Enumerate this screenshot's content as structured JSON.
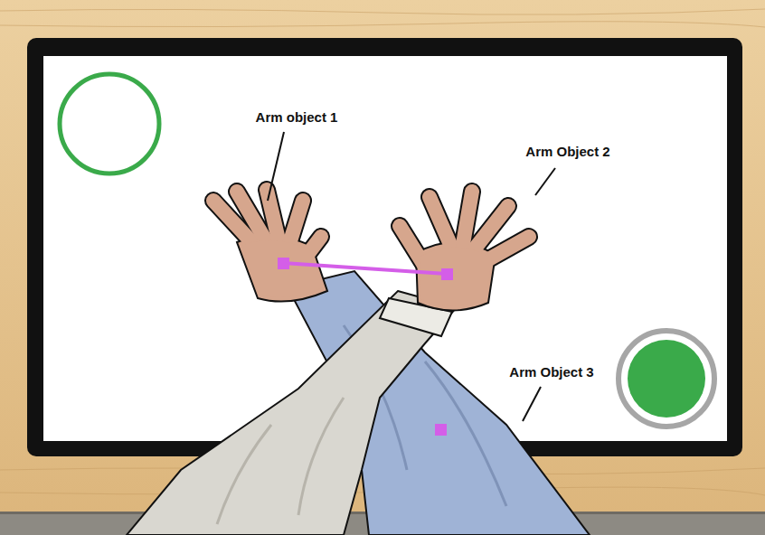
{
  "diagram": {
    "labels": [
      "Arm object 1",
      "Arm Object 2",
      "Arm Object 3"
    ]
  }
}
